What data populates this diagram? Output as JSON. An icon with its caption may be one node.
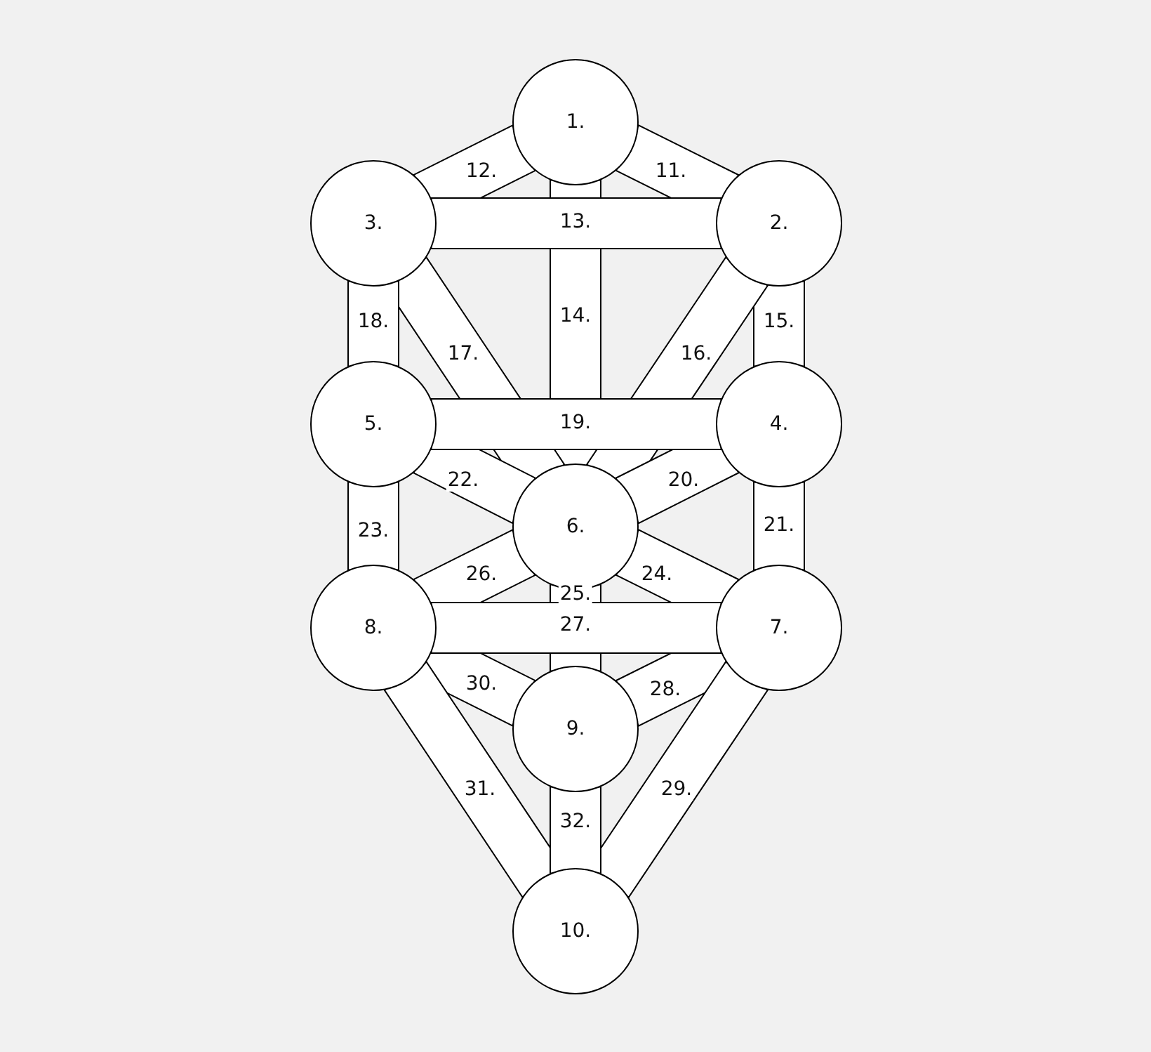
{
  "diagram": {
    "nodes": [
      {
        "text": [
          "1."
        ]
      },
      {
        "text": [
          "2."
        ]
      },
      {
        "text": [
          "3."
        ]
      },
      {
        "text": [
          "4."
        ]
      },
      {
        "text": [
          "5."
        ]
      },
      {
        "text": [
          "6."
        ]
      },
      {
        "text": [
          "7."
        ]
      },
      {
        "text": [
          "8."
        ]
      },
      {
        "text": [
          "9."
        ]
      },
      {
        "text": [
          "10."
        ]
      }
    ],
    "edges": [
      {
        "from": 0,
        "to": 1,
        "arrow": "none",
        "label": "11."
      },
      {
        "from": 0,
        "to": 2,
        "arrow": "none",
        "label": "12."
      },
      {
        "from": 2,
        "to": 1,
        "arrow": "none",
        "label": "13."
      },
      {
        "from": 0,
        "to": 5,
        "arrow": "none",
        "label": "14."
      },
      {
        "from": 1,
        "to": 3,
        "arrow": "none",
        "label": "15."
      },
      {
        "from": 1,
        "to": 5,
        "arrow": "none",
        "label": "16."
      },
      {
        "from": 2,
        "to": 5,
        "arrow": "none",
        "label": "17."
      },
      {
        "from": 2,
        "to": 4,
        "arrow": "none",
        "label": "18."
      },
      {
        "from": 4,
        "to": 3,
        "arrow": "none",
        "label": "19."
      },
      {
        "from": 3,
        "to": 5,
        "arrow": "none",
        "label": "20."
      },
      {
        "from": 3,
        "to": 6,
        "arrow": "none",
        "label": "21."
      },
      {
        "from": 4,
        "to": 5,
        "arrow": "none",
        "label": "22."
      },
      {
        "from": 4,
        "to": 7,
        "arrow": "none",
        "label": "23."
      },
      {
        "from": 5,
        "to": 6,
        "arrow": "none",
        "label": "24."
      },
      {
        "from": 5,
        "to": 8,
        "arrow": "none",
        "label": "25."
      },
      {
        "from": 5,
        "to": 7,
        "arrow": "none",
        "label": "26."
      },
      {
        "from": 7,
        "to": 6,
        "arrow": "none",
        "label": "27."
      },
      {
        "from": 6,
        "to": 8,
        "arrow": "none",
        "label": "28."
      },
      {
        "from": 6,
        "to": 9,
        "arrow": "none",
        "label": "29."
      },
      {
        "from": 7,
        "to": 8,
        "arrow": "none",
        "label": "30."
      },
      {
        "from": 7,
        "to": 9,
        "arrow": "none",
        "label": "31."
      },
      {
        "from": 8,
        "to": 9,
        "arrow": "none",
        "label": "32."
      }
    ]
  }
}
